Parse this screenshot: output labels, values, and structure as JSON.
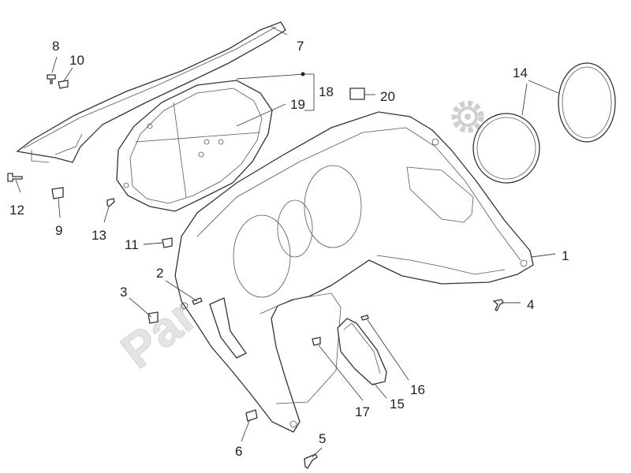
{
  "watermark": {
    "text": "PartsRepublik",
    "color": "#e4e4e4",
    "icon": "gear-icon"
  },
  "callouts": {
    "c1": "1",
    "c2": "2",
    "c3": "3",
    "c4": "4",
    "c5": "5",
    "c6": "6",
    "c7": "7",
    "c8": "8",
    "c9": "9",
    "c10": "10",
    "c11": "11",
    "c12": "12",
    "c13": "13",
    "c14": "14",
    "c15": "15",
    "c16": "16",
    "c17": "17",
    "c18": "18",
    "c19": "19",
    "c20": "20"
  }
}
